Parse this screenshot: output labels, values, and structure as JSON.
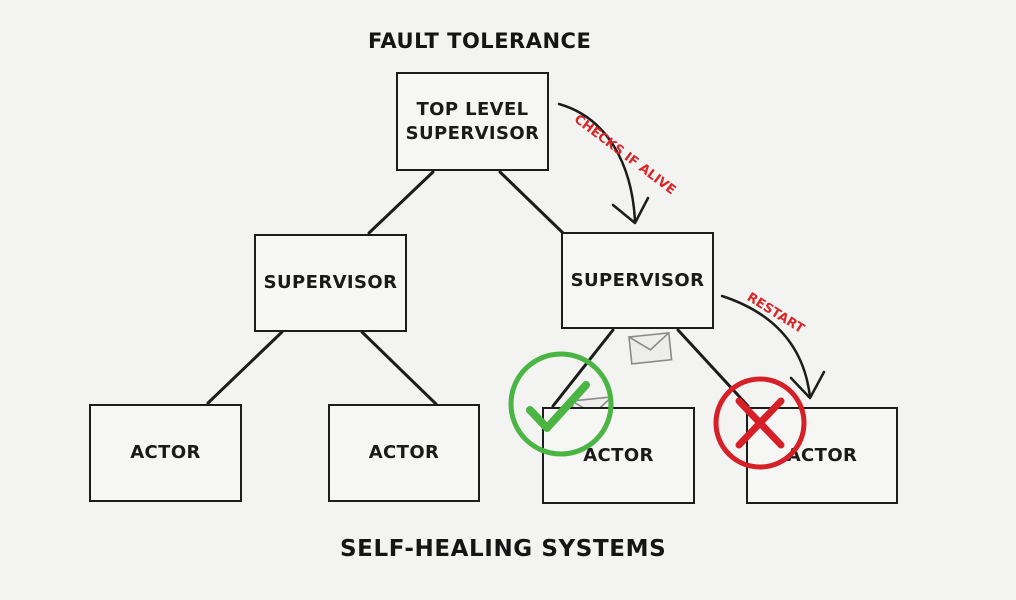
{
  "diagram": {
    "title": "FAULT TOLERANCE",
    "footer": "SELF-HEALING SYSTEMS",
    "nodes": {
      "top_supervisor": {
        "line1": "TOP LEVEL",
        "line2": "SUPERVISOR"
      },
      "supervisor_left": "SUPERVISOR",
      "supervisor_right": "SUPERVISOR",
      "actor_1": "ACTOR",
      "actor_2": "ACTOR",
      "actor_3": "ACTOR",
      "actor_4": "ACTOR"
    },
    "annotations": {
      "checks_if_alive": "CHECKS IF ALIVE",
      "restart": "RESTART"
    },
    "status_marks": {
      "actor_3": "check-mark-icon",
      "actor_4": "cross-mark-icon"
    },
    "colors": {
      "ink": "#1c1c1c",
      "annotation": "#d8262a",
      "success": "#4bb543",
      "failure": "#d61f26",
      "envelope": "#8a8a8a"
    }
  }
}
